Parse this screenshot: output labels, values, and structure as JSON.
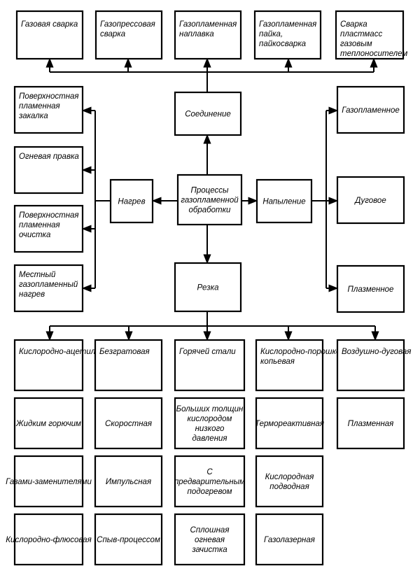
{
  "center": "Процессы газопламенной обработки",
  "main": {
    "joining": "Соединение",
    "heating": "Нагрев",
    "spraying": "Напыление",
    "cutting": "Резка"
  },
  "joining_items": [
    "Газовая сварка",
    "Газопрессовая сварка",
    "Газопламенная наплавка",
    "Газопламенная пайка, пайкосварка",
    "Сварка пластмасс газовым теплоносителем"
  ],
  "heating_items": [
    "Поверхностная пламенная закалка",
    "Огневая правка",
    "Поверхностная пламенная очистка",
    "Местный газопламенный нагрев"
  ],
  "spraying_items": [
    "Газопламенное",
    "Дуговое",
    "Плазменное"
  ],
  "cutting_columns": [
    [
      "Кислородно-ацетиленовая",
      "Жидким горючим",
      "Газами-заменителями",
      "Кислородно-флюсовая"
    ],
    [
      "Безгратовая",
      "Скоростная",
      "Импульсная",
      "Спыв-процессом"
    ],
    [
      "Горячей стали",
      "Больших толщин кислородом низкого давления",
      "С предварительным подогревом",
      "Сплошная огневая зачистка"
    ],
    [
      "Кислородно-порошковая копьевая",
      "Термореактивная",
      "Кислородная подводная",
      "Газолазерная"
    ],
    [
      "Воздушно-дуговая",
      "Плазменная"
    ]
  ]
}
